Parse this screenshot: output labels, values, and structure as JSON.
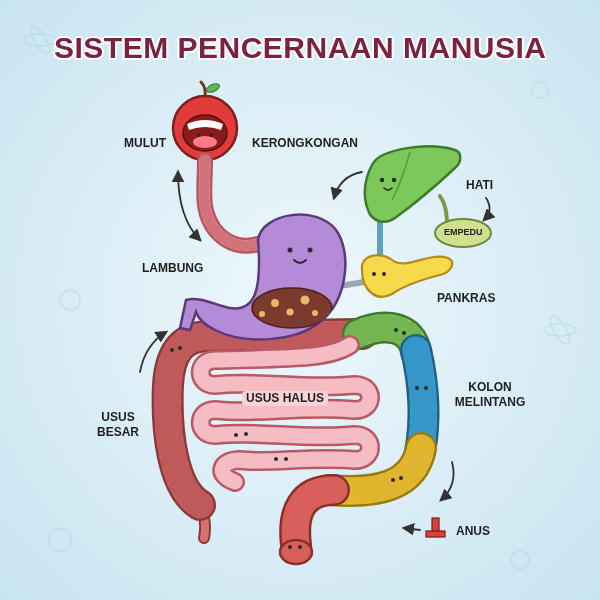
{
  "diagram": {
    "title": "SISTEM PENCERNAAN MANUSIA",
    "labels": [
      "MULUT",
      "KERONGKONGAN",
      "HATI",
      "EMPEDU",
      "LAMBUNG",
      "PANKRAS",
      "KOLON MELINTANG",
      "USUS BESAR",
      "USUS HALUS",
      "ANUS"
    ]
  }
}
